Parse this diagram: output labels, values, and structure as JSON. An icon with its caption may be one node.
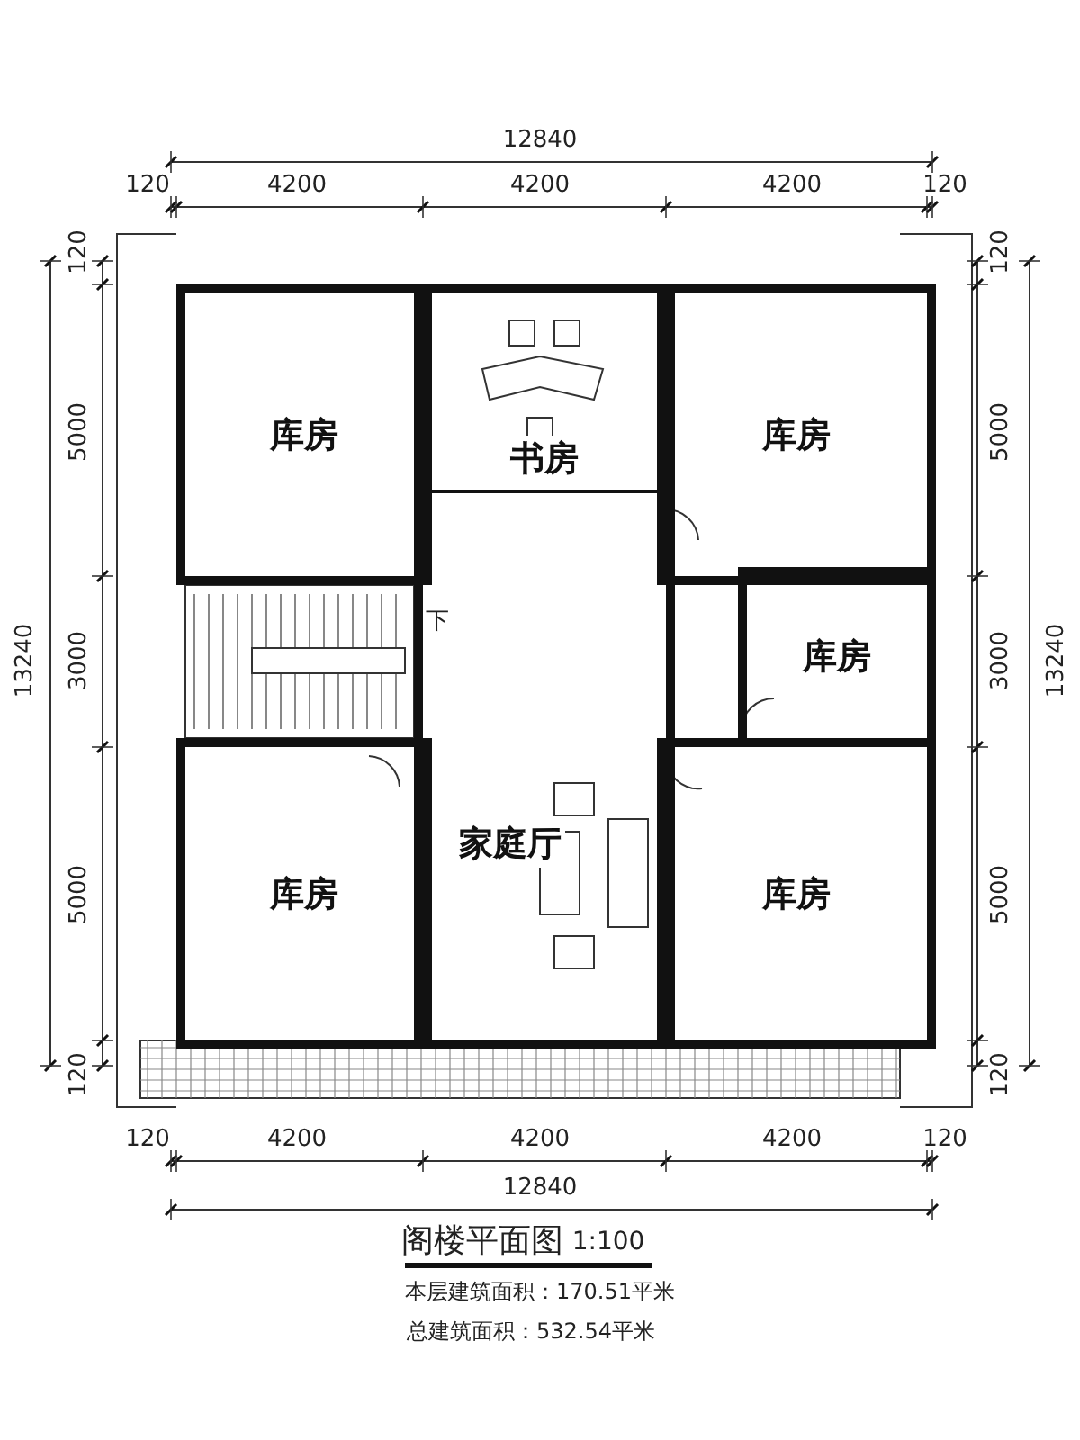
{
  "diagram": {
    "title": "阁楼平面图",
    "nodes": [
      {
        "text": [
          "库房"
        ]
      },
      {
        "text": [
          "书房"
        ]
      },
      {
        "text": [
          "库房"
        ]
      },
      {
        "text": [
          "库房"
        ]
      },
      {
        "text": [
          "库房"
        ]
      },
      {
        "text": [
          "家庭厅"
        ]
      },
      {
        "text": [
          "库房"
        ]
      }
    ],
    "labels": [
      "12840",
      "120",
      "4200",
      "4200",
      "4200",
      "120",
      "120",
      "5000",
      "3000",
      "5000",
      "120",
      "13240",
      "120",
      "5000",
      "3000",
      "5000",
      "120",
      "13240",
      "120",
      "4200",
      "4200",
      "4200",
      "120",
      "12840",
      "下",
      "1:100",
      "本层建筑面积：170.51平米",
      "总建筑面积：532.54平米"
    ]
  }
}
